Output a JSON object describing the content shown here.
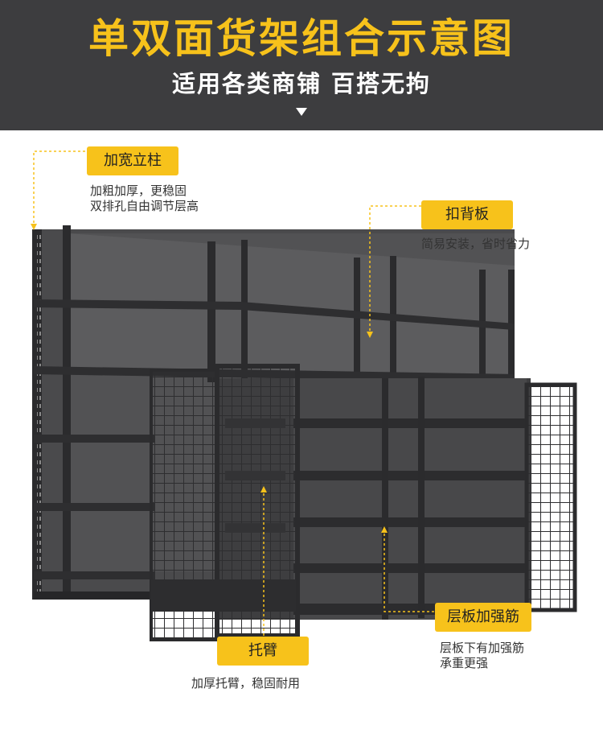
{
  "header": {
    "title": "单双面货架组合示意图",
    "subtitle": "适用各类商铺 百搭无拘",
    "background": "#3d3d3f",
    "title_color": "#f7c21b"
  },
  "callouts": {
    "upright": {
      "label": "加宽立柱",
      "desc": "加粗加厚，更稳固\n双排孔自由调节层高"
    },
    "backboard": {
      "label": "扣背板",
      "desc": "简易安装，省时省力"
    },
    "arm": {
      "label": "托臂",
      "desc": "加厚托臂，稳固耐用"
    },
    "rib": {
      "label": "层板加强筋",
      "desc": "层板下有加强筋\n承重更强"
    }
  },
  "colors": {
    "accent": "#f7c21b",
    "shelf": "#3a3a3c",
    "frame": "#2b2b2d"
  }
}
